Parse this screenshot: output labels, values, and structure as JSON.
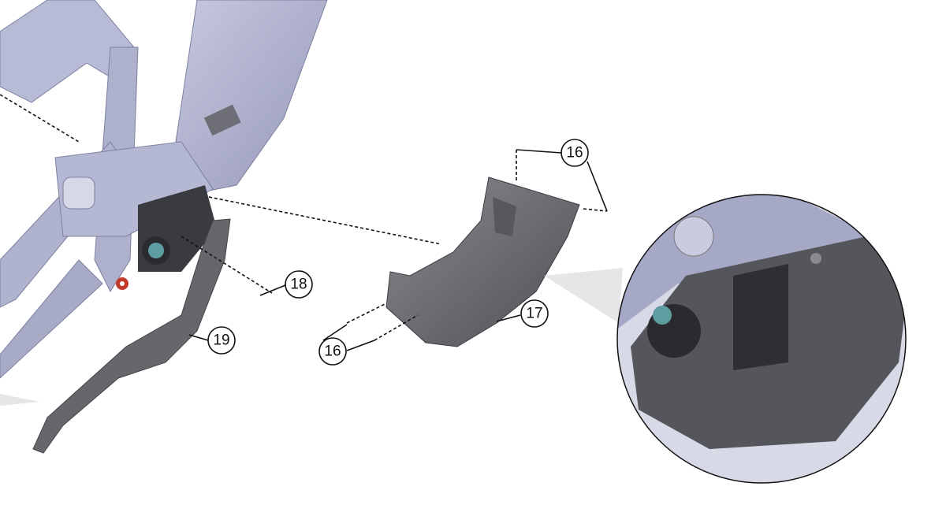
{
  "diagram": {
    "callouts": [
      {
        "id": "callout-16-top",
        "label": "16"
      },
      {
        "id": "callout-16-bottom",
        "label": "16"
      },
      {
        "id": "callout-17",
        "label": "17"
      },
      {
        "id": "callout-18",
        "label": "18"
      },
      {
        "id": "callout-19",
        "label": "19"
      }
    ],
    "colors": {
      "frame": "#b3b6d2",
      "frame_shadow": "#8d90ae",
      "part_gray": "#6a6b70",
      "part_dark": "#3c3d42"
    }
  }
}
